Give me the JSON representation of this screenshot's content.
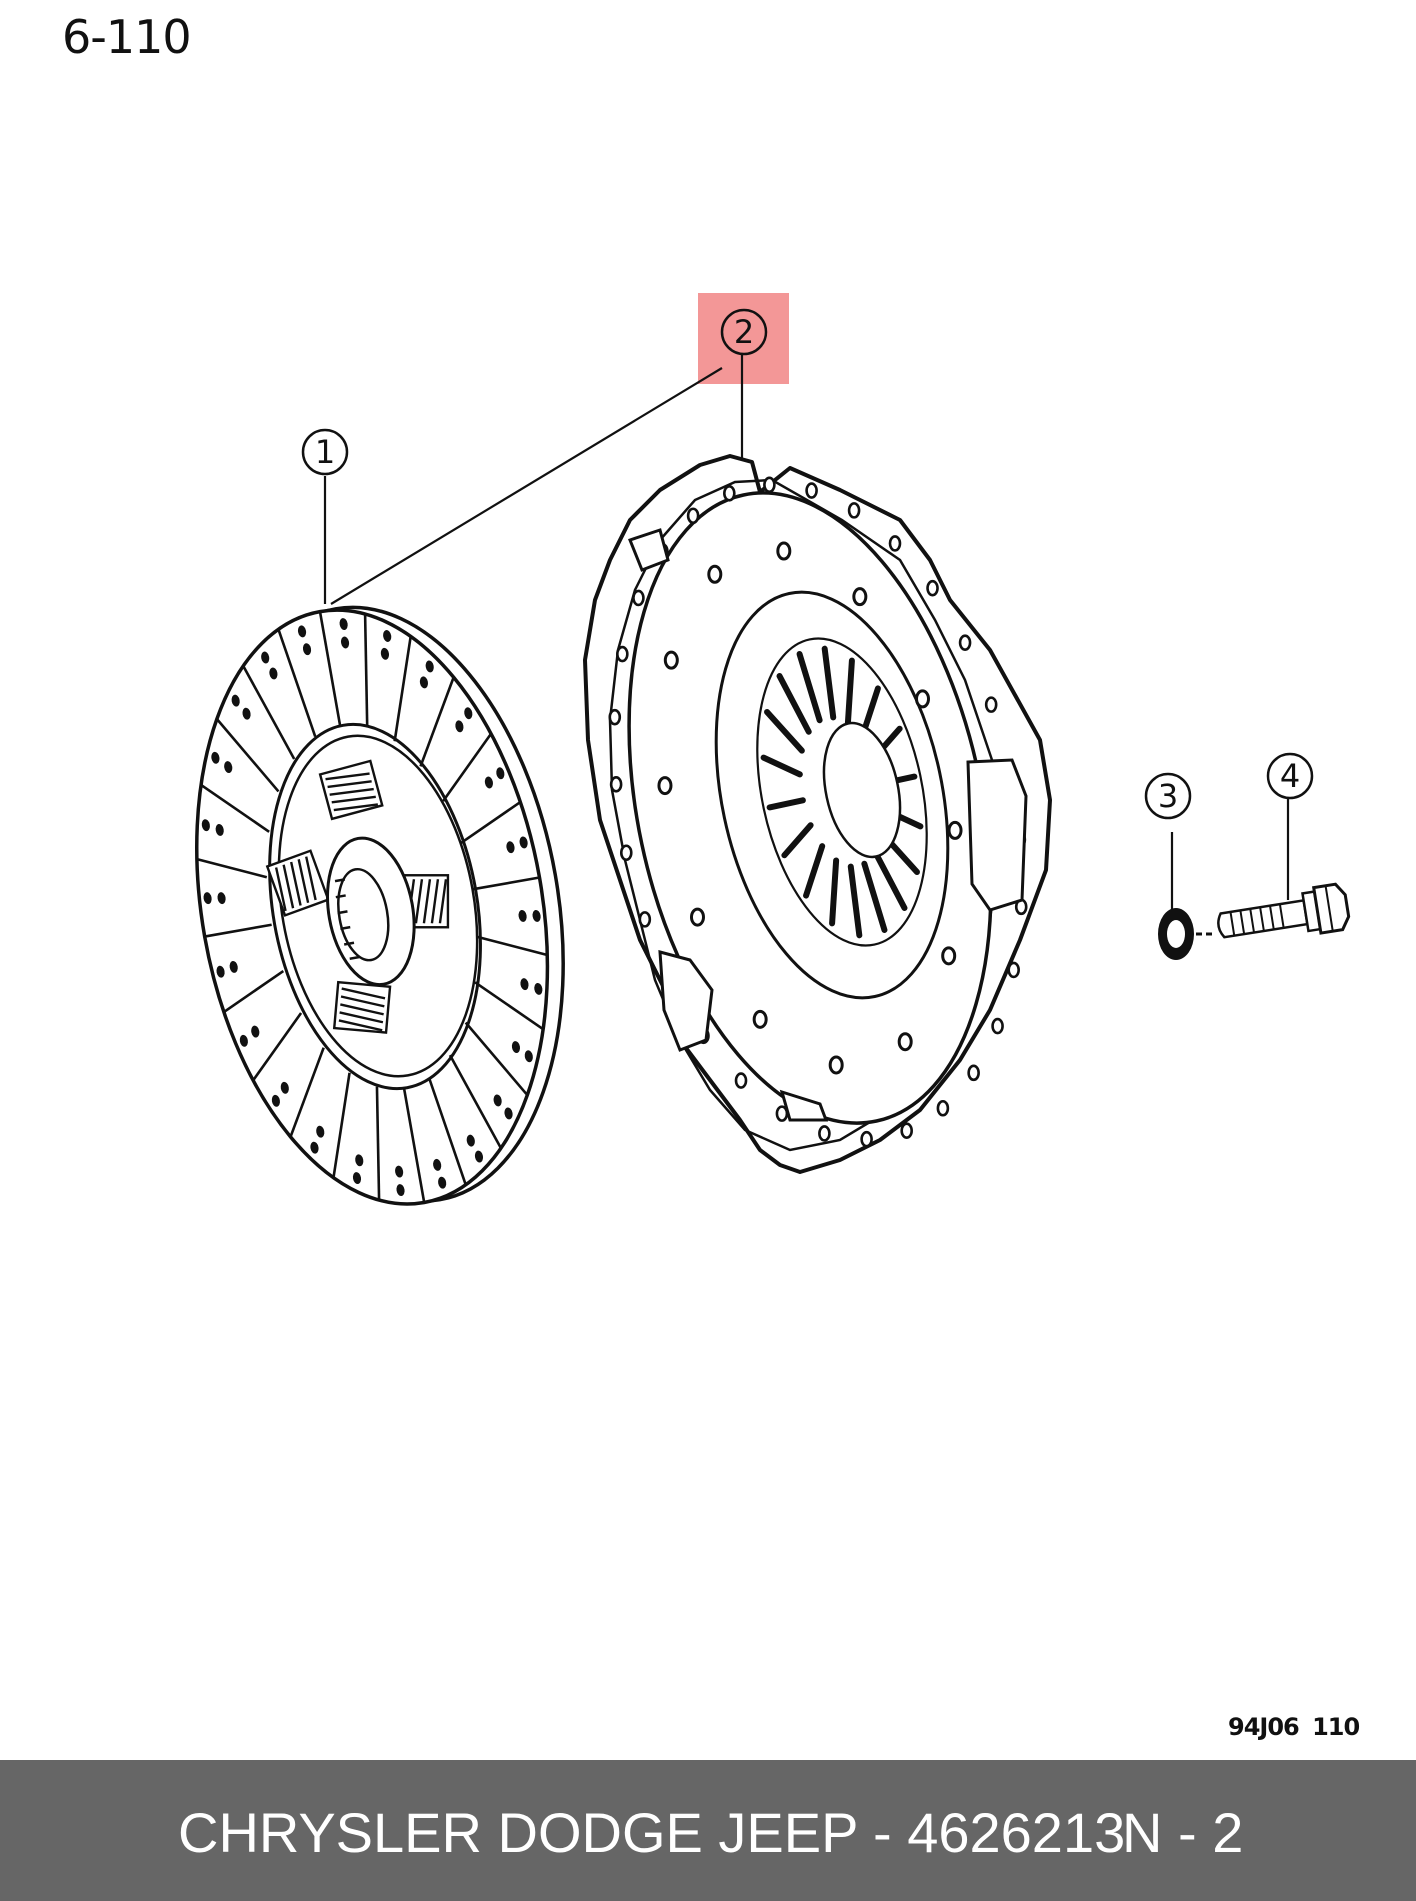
{
  "page": {
    "number": "6-110"
  },
  "figure": {
    "code": "94J06  110"
  },
  "callouts": [
    {
      "id": "1",
      "label": "1"
    },
    {
      "id": "2",
      "label": "2",
      "highlighted": true
    },
    {
      "id": "3",
      "label": "3"
    },
    {
      "id": "4",
      "label": "4"
    }
  ],
  "highlight": {
    "color": "#f39797"
  },
  "footer": {
    "background": "#666666",
    "part_text": "CHRYSLER DODGE JEEP - 4626213",
    "ref_text": "N - 2"
  }
}
